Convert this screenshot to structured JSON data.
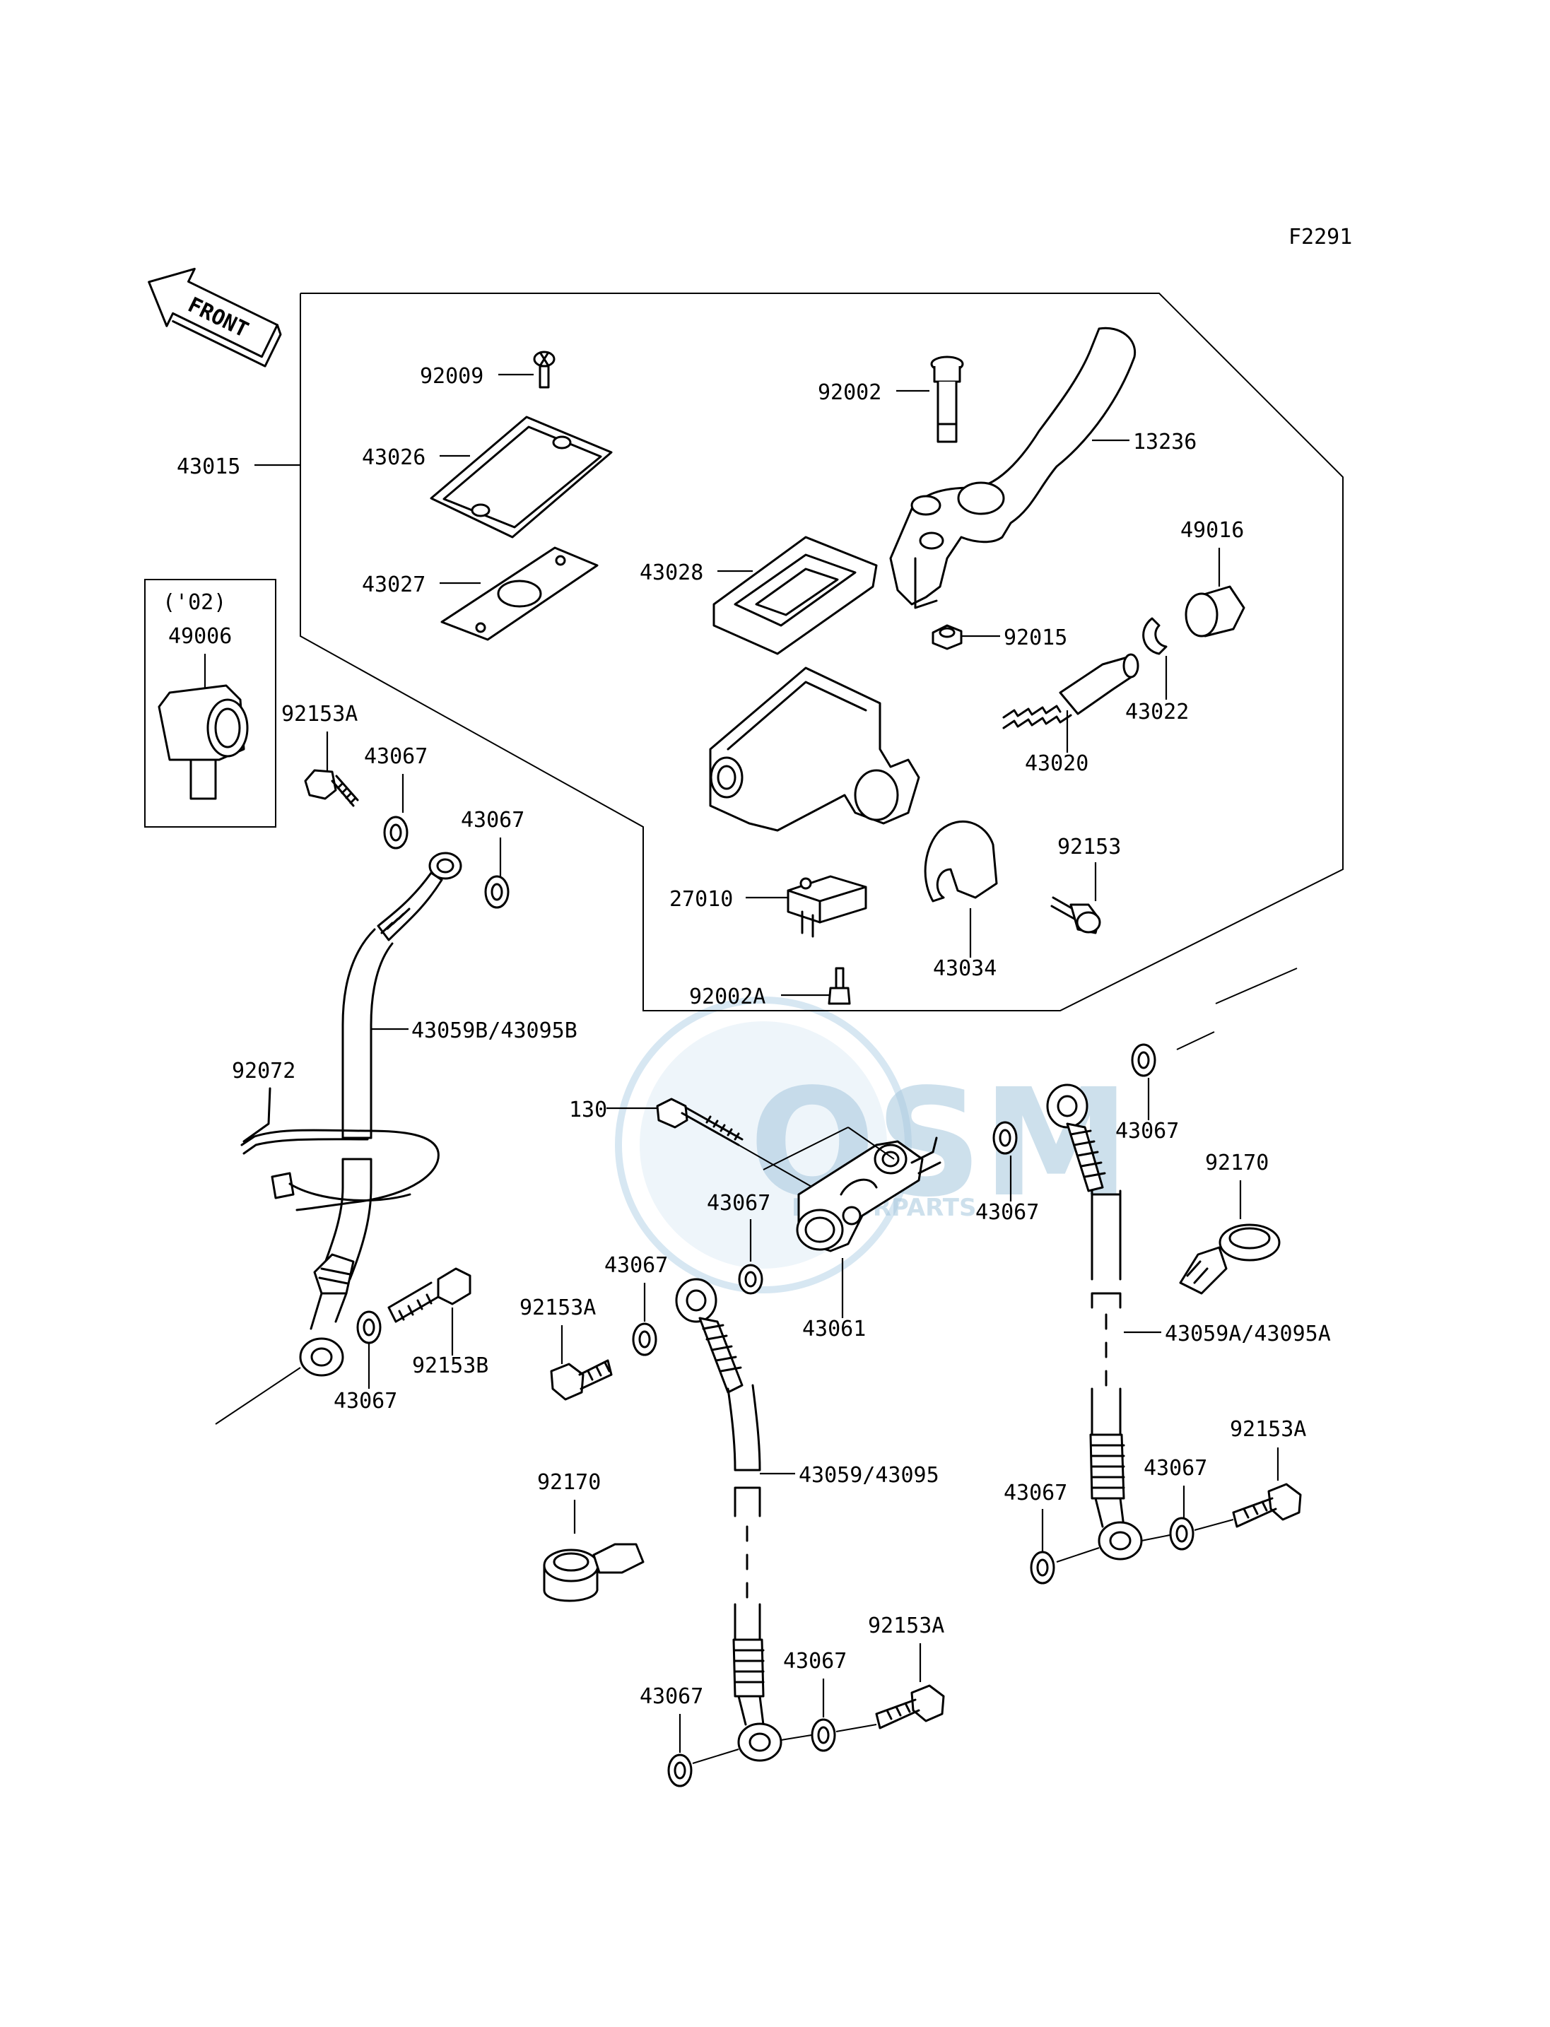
{
  "figure_code": "F2291",
  "front_label": "FRONT",
  "inset_note": "('02)",
  "watermark": {
    "text": "OSM",
    "sub": "MOTORPARTS",
    "color": "#a6c7de"
  },
  "labels": {
    "p92009": "92009",
    "p43026": "43026",
    "p43015": "43015",
    "p43027": "43027",
    "p49006": "49006",
    "p92002": "92002",
    "p13236": "13236",
    "p43028": "43028",
    "p49016": "49016",
    "p92015": "92015",
    "p43022": "43022",
    "p43020": "43020",
    "p92153": "92153",
    "p27010": "27010",
    "p43034": "43034",
    "p92002A": "92002A",
    "p92153A_tl": "92153A",
    "p43067_a": "43067",
    "p43067_b": "43067",
    "p43059B": "43059B/43095B",
    "p92072": "92072",
    "p130": "130",
    "p43067_c": "43067",
    "p43067_d": "43067",
    "p43067_e": "43067",
    "p92170_r": "92170",
    "p43061": "43061",
    "p43067_f": "43067",
    "p92153A_m": "92153A",
    "p43059A": "43059A/43095A",
    "p92153B": "92153B",
    "p43067_g": "43067",
    "p43059": "43059/43095",
    "p92170_l": "92170",
    "p92153A_r": "92153A",
    "p43067_h": "43067",
    "p43067_i": "43067",
    "p92153A_b": "92153A",
    "p43067_j": "43067",
    "p43067_k": "43067"
  }
}
